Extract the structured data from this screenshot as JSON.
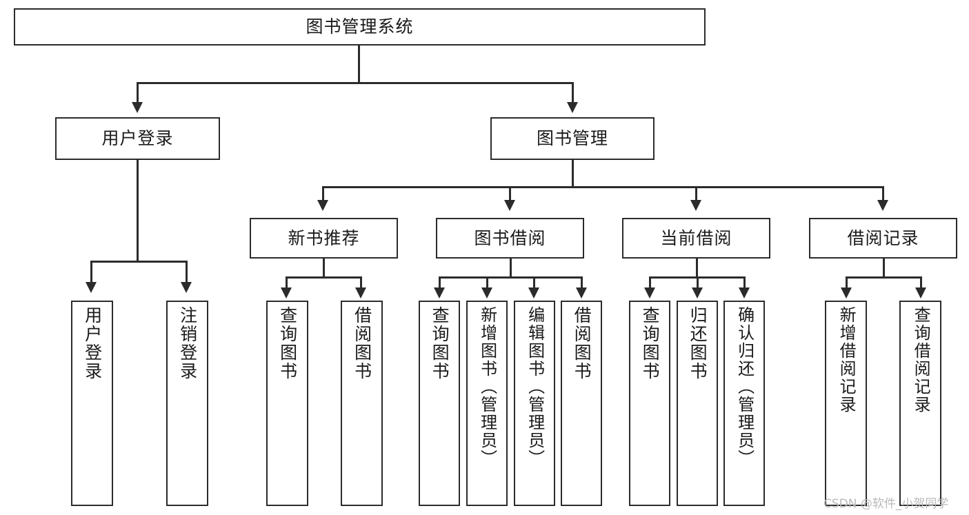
{
  "diagram": {
    "title": "图书管理系统",
    "root": {
      "label": "图书管理系统"
    },
    "level2": [
      {
        "label": "用户登录"
      },
      {
        "label": "图书管理"
      }
    ],
    "level3": [
      {
        "label": "新书推荐"
      },
      {
        "label": "图书借阅"
      },
      {
        "label": "当前借阅"
      },
      {
        "label": "借阅记录"
      }
    ],
    "leaves": {
      "user_login": [
        {
          "label": "用户登录"
        },
        {
          "label": "注销登录"
        }
      ],
      "new_books": [
        {
          "label": "查询图书"
        },
        {
          "label": "借阅图书"
        }
      ],
      "book_borrow": [
        {
          "label": "查询图书"
        },
        {
          "label": "新增图书（管理员）"
        },
        {
          "label": "编辑图书（管理员）"
        },
        {
          "label": "借阅图书"
        }
      ],
      "current_borrow": [
        {
          "label": "查询图书"
        },
        {
          "label": "归还图书"
        },
        {
          "label": "确认归还（管理员）"
        }
      ],
      "borrow_records": [
        {
          "label": "新增借阅记录"
        },
        {
          "label": "查询借阅记录"
        }
      ]
    },
    "watermark": "CSDN @软件_小贺同学",
    "colors": {
      "stroke": "#2b2b2b",
      "background": "#ffffff",
      "text": "#1a1a1a",
      "watermark": "#b9b9b9"
    }
  }
}
